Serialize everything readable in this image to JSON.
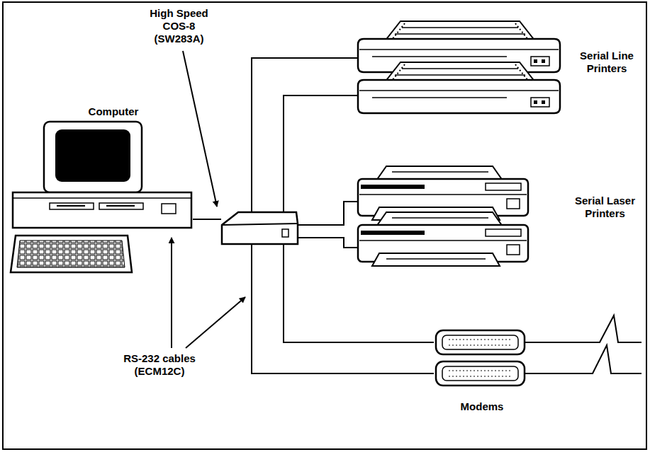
{
  "diagram": {
    "nodes": [
      {
        "text": [
          "Computer"
        ]
      },
      {
        "text": [
          "High Speed COS-8 (SW283A)"
        ]
      },
      {
        "text": [
          "Serial Line Printers"
        ]
      },
      {
        "text": [
          "Serial Laser Printers"
        ]
      },
      {
        "text": [
          "Modems"
        ]
      }
    ],
    "edges": [
      {
        "from": 0,
        "to": 1,
        "arrow": "none"
      },
      {
        "from": 1,
        "to": 2,
        "arrow": "none"
      },
      {
        "from": 1,
        "to": 2,
        "arrow": "none"
      },
      {
        "from": 1,
        "to": 3,
        "arrow": "none"
      },
      {
        "from": 1,
        "to": 3,
        "arrow": "none"
      },
      {
        "from": 1,
        "to": 4,
        "arrow": "none"
      },
      {
        "from": 1,
        "to": 4,
        "arrow": "none"
      }
    ],
    "labels": [
      "RS-232 cables (ECM12C)"
    ]
  }
}
